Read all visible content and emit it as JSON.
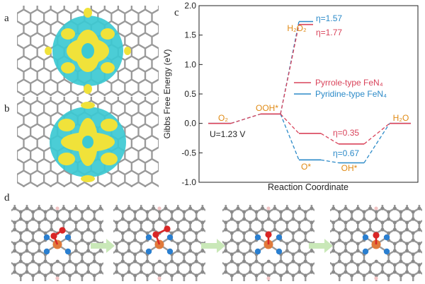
{
  "panels": {
    "a": "a",
    "b": "b",
    "c": "c",
    "d": "d"
  },
  "colors": {
    "pyrrole": "#d9435a",
    "pyridine": "#2b8ac8",
    "labels": "#e08a14",
    "carbon": "#9a9a9a",
    "nitrogen": "#2a7fd0",
    "iron": "#e07a3a",
    "oxygen": "#d92626",
    "hydrogen": "#f2c4c4",
    "density_cyan": "#3cc9d3",
    "density_yellow": "#f0e23a",
    "arrow": "#c9e8b8"
  },
  "icons": {
    "carbon_atom": "grey-sphere",
    "nitrogen_atom": "blue-sphere",
    "iron_atom": "orange-sphere",
    "oxygen_atom": "red-sphere",
    "hydrogen_atom": "pink-sphere",
    "step_arrow": "right-arrow"
  },
  "chart_data": {
    "type": "line",
    "xlabel": "Reaction Coordinate",
    "ylabel": "Gibbs Free Energy (eV)",
    "ylim": [
      -1.0,
      2.0
    ],
    "yticks": [
      "-1.0",
      "-0.5",
      "0.0",
      "0.5",
      "1.0",
      "1.5",
      "2.0"
    ],
    "states": [
      "O₂",
      "OOH*",
      "O*",
      "OH*",
      "H₂O"
    ],
    "series": [
      {
        "name": "Pyrrole-type FeN₄",
        "values": [
          0.0,
          0.16,
          -0.17,
          -0.35,
          0.0
        ]
      },
      {
        "name": "Pyridine-type FeN₄",
        "values": [
          0.0,
          0.16,
          -0.62,
          -0.67,
          0.0
        ]
      }
    ],
    "branch": {
      "state": "H₂O₂",
      "pyridine_value": 1.73,
      "pyrrole_value": 1.68
    },
    "annotations": {
      "potential": "U=1.23 V",
      "eta_h2o2_pyridine": "η=1.57",
      "eta_h2o2_pyrrole": "η=1.77",
      "eta_pyrrole": "η=0.35",
      "eta_pyridine": "η=0.67"
    },
    "legend_position": "center-right",
    "grid": false
  }
}
